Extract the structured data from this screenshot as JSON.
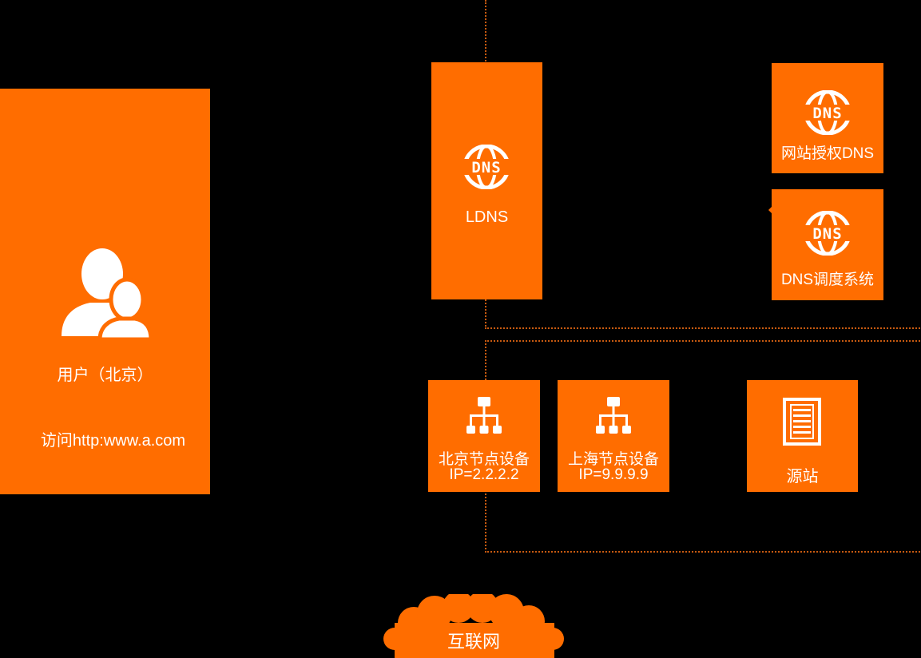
{
  "colors": {
    "background": "#000000",
    "box": "#ff6d00",
    "text": "#ffffff",
    "region_border": "#c85a10"
  },
  "user": {
    "icon": "users-icon",
    "label": "用户（北京）",
    "action": "访问http:www.a.com"
  },
  "ldns": {
    "icon": "dns-globe-icon",
    "label": "LDNS"
  },
  "auth_dns": {
    "icon": "dns-globe-icon",
    "label": "网站授权DNS"
  },
  "dns_scheduler": {
    "icon": "dns-globe-icon",
    "label": "DNS调度系统"
  },
  "nodes": [
    {
      "icon": "network-topology-icon",
      "name": "北京节点设备",
      "ip": "IP=2.2.2.2"
    },
    {
      "icon": "network-topology-icon",
      "name": "上海节点设备",
      "ip": "IP=9.9.9.9"
    }
  ],
  "origin": {
    "icon": "server-document-icon",
    "label": "源站"
  },
  "internet": {
    "icon": "cloud-icon",
    "label": "互联网"
  }
}
